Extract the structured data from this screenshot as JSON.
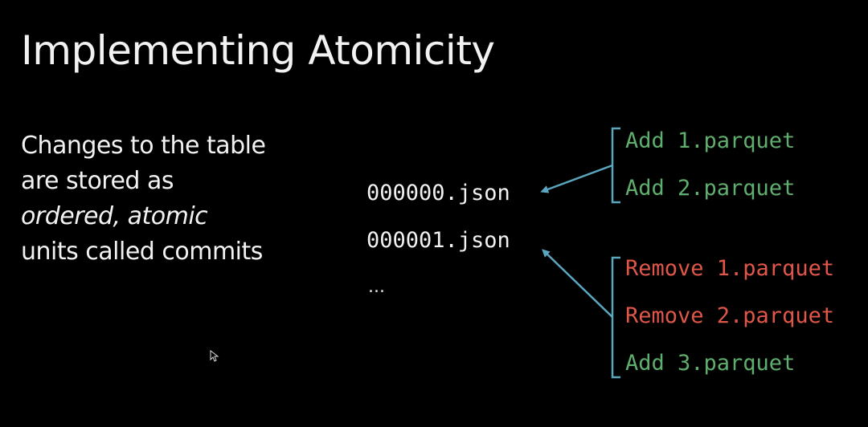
{
  "title": "Implementing Atomicity",
  "description": {
    "line1": "Changes to the table",
    "line2": "are stored as",
    "line3": "ordered, atomic",
    "line4": "units called commits"
  },
  "commits": [
    {
      "file": "000000.json",
      "actions": [
        {
          "verb": "Add",
          "file": "1.parquet",
          "kind": "add"
        },
        {
          "verb": "Add",
          "file": "2.parquet",
          "kind": "add"
        }
      ]
    },
    {
      "file": "000001.json",
      "actions": [
        {
          "verb": "Remove",
          "file": "1.parquet",
          "kind": "remove"
        },
        {
          "verb": "Remove",
          "file": "2.parquet",
          "kind": "remove"
        },
        {
          "verb": "Add",
          "file": "3.parquet",
          "kind": "add"
        }
      ]
    }
  ],
  "ellipsis": "...",
  "colors": {
    "background": "#000000",
    "text": "#f2f2f2",
    "add": "#5fae6e",
    "remove": "#e0574a",
    "bracket": "#5ba7bf"
  },
  "labels": {
    "a0": "Add 1.parquet",
    "a1": "Add 2.parquet",
    "a2": "Remove 1.parquet",
    "a3": "Remove 2.parquet",
    "a4": "Add 3.parquet"
  }
}
